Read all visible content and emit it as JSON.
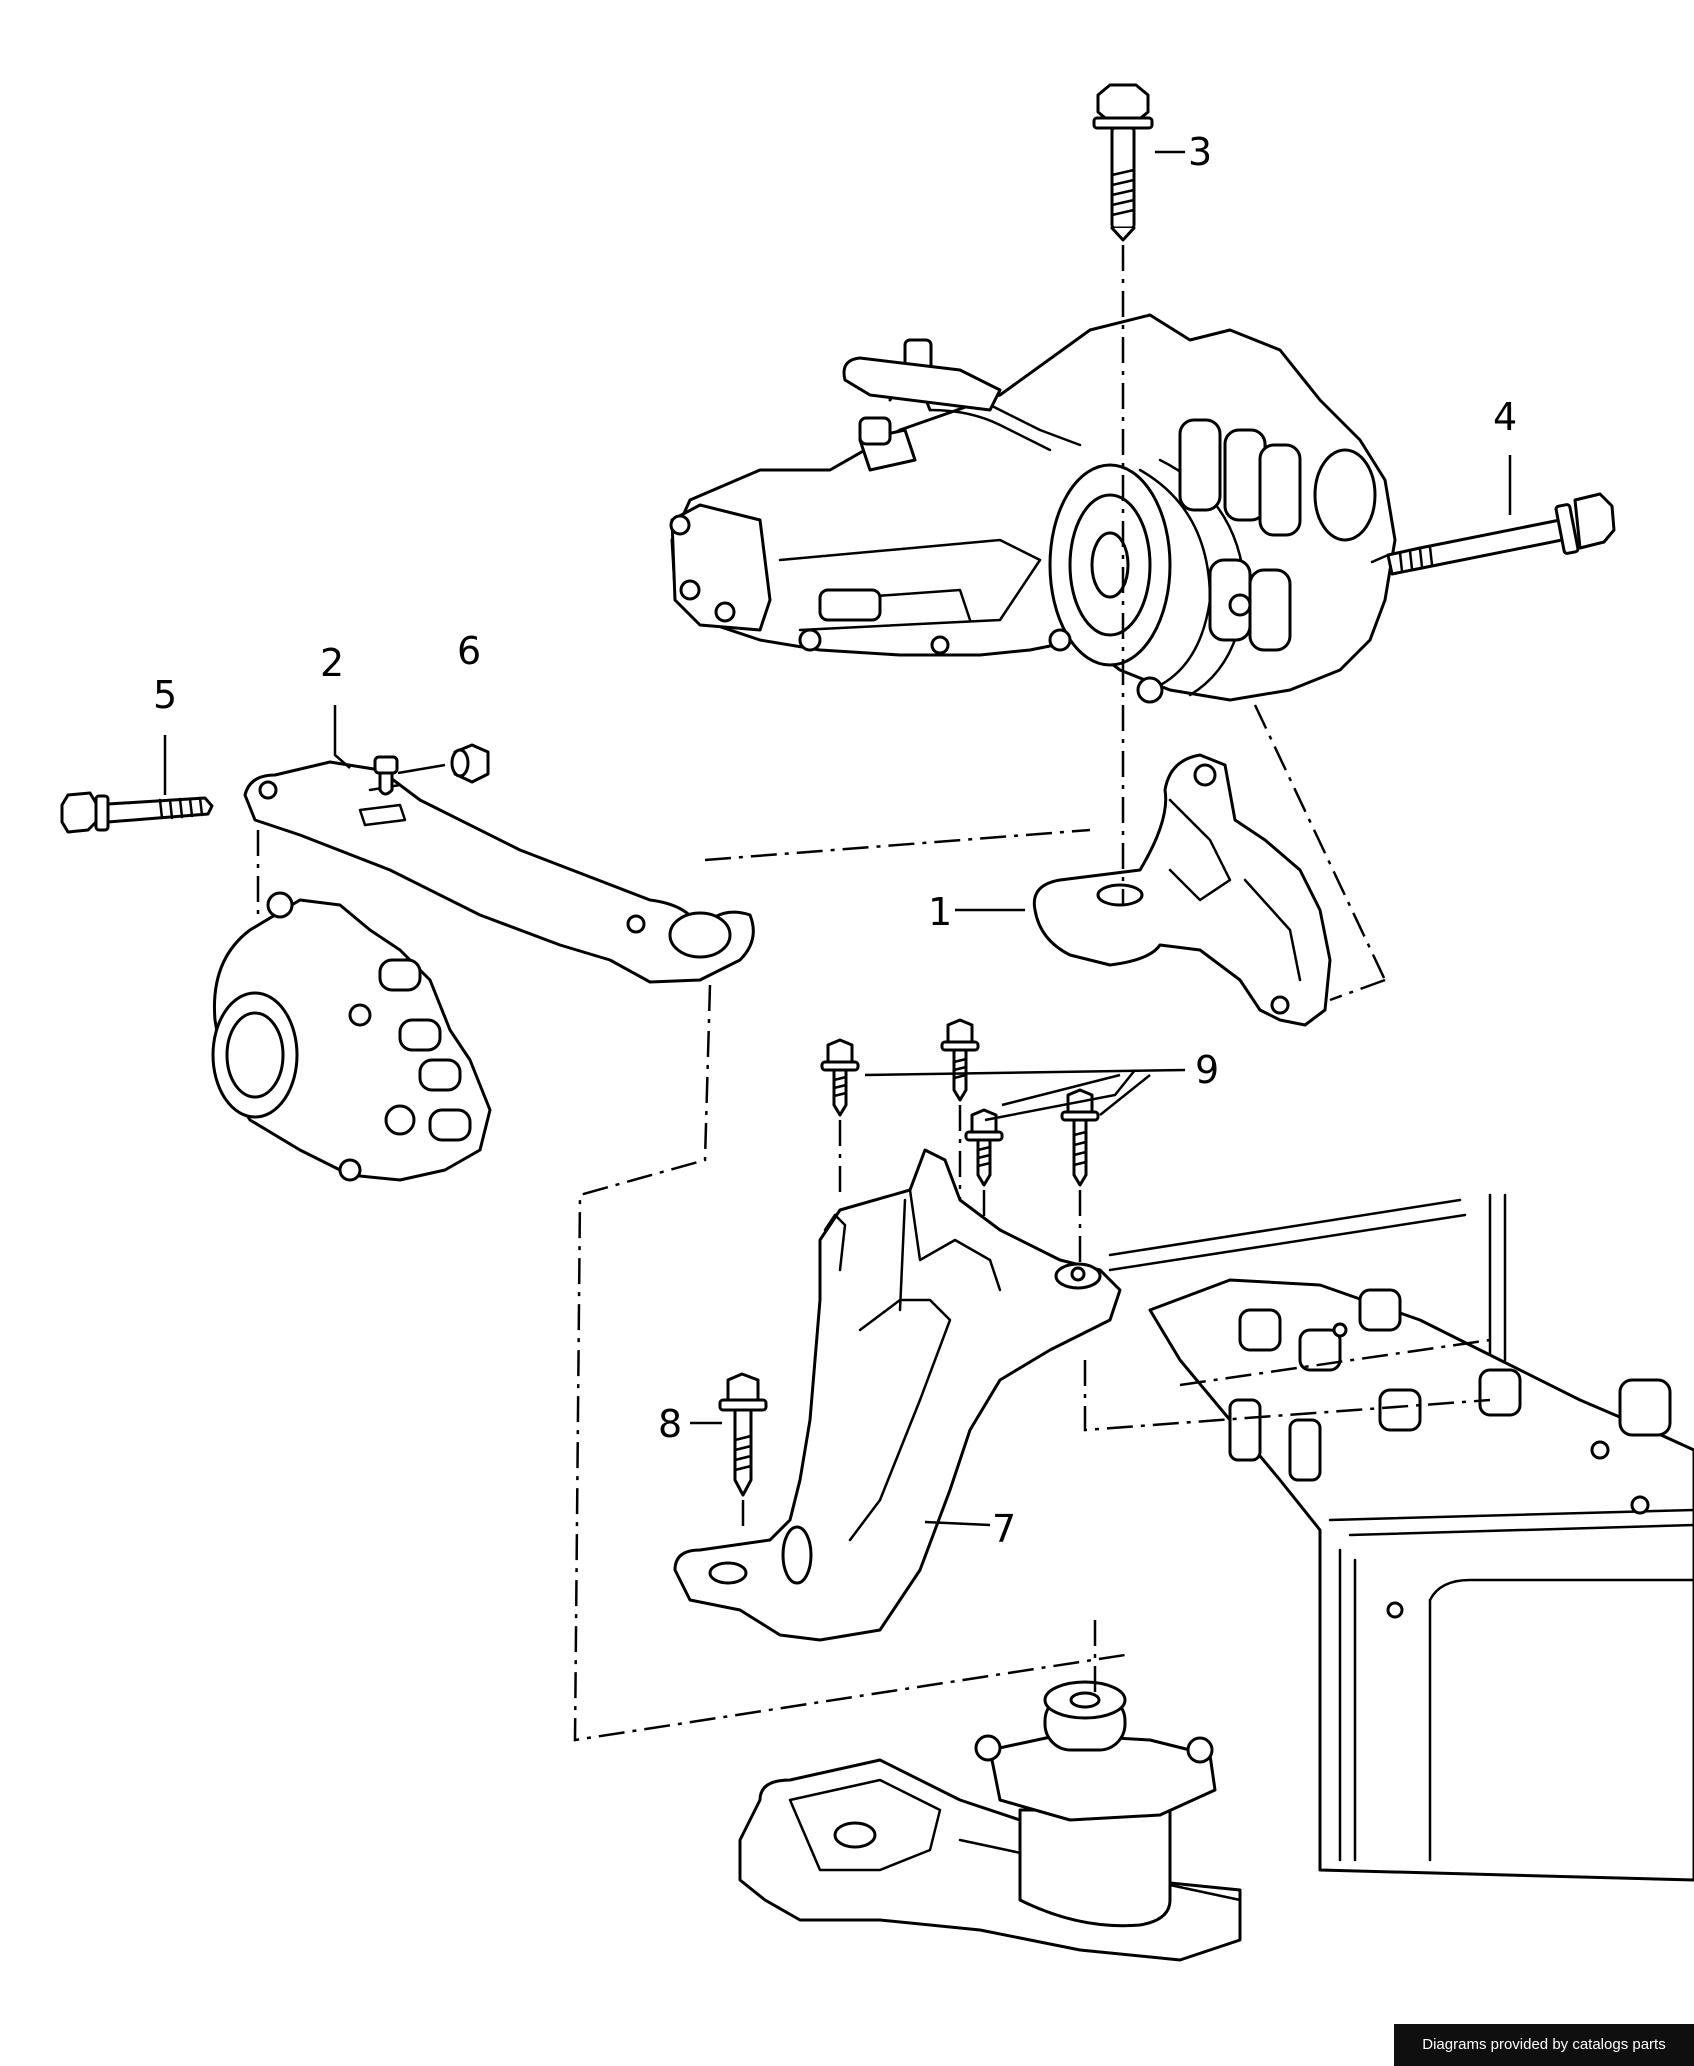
{
  "diagram": {
    "callouts": [
      {
        "id": "1",
        "label": "1"
      },
      {
        "id": "2",
        "label": "2"
      },
      {
        "id": "3",
        "label": "3"
      },
      {
        "id": "4",
        "label": "4"
      },
      {
        "id": "5",
        "label": "5"
      },
      {
        "id": "6",
        "label": "6"
      },
      {
        "id": "7",
        "label": "7"
      },
      {
        "id": "8",
        "label": "8"
      },
      {
        "id": "9",
        "label": "9"
      }
    ],
    "credit": "Diagrams provided by catalogs parts"
  }
}
